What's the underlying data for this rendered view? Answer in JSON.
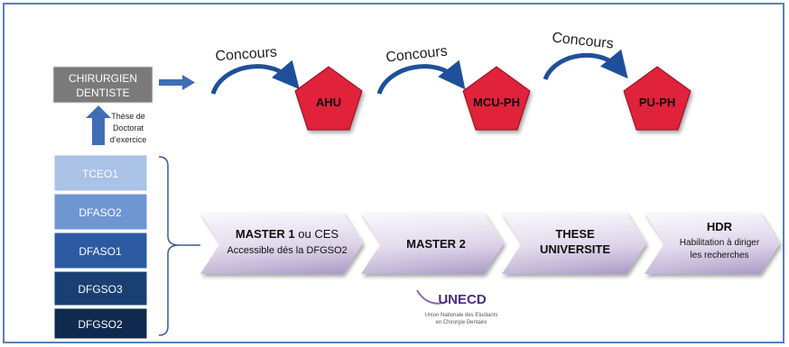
{
  "start": {
    "line1": "CHIRURGIEN",
    "line2": "DENTISTE"
  },
  "thesis_label": {
    "line1": "Thèse de",
    "line2": "Doctorat",
    "line3": "d’exercice"
  },
  "concours_label": "Concours",
  "positions": [
    "AHU",
    "MCU-PH",
    "PU-PH"
  ],
  "years": [
    "TCEO1",
    "DFASO2",
    "DFASO1",
    "DFGSO3",
    "DFGSO2"
  ],
  "chevrons": [
    {
      "line1_bold": "MASTER 1",
      "line1_rest": " ou CES",
      "line2": "Accessible dés la DFGSO2"
    },
    {
      "line1": "MASTER 2"
    },
    {
      "line1": "THESE",
      "line2": "UNIVERSITE"
    },
    {
      "line1": "HDR",
      "line2": "Habilitation à diriger",
      "line3": "les recherches"
    }
  ],
  "logo": {
    "name": "UNECD",
    "sub1": "Union Nationale des Etudiants",
    "sub2": "en Chirurgie Dentaire"
  },
  "colors": {
    "frame": "#5b7fb5",
    "start_box": "#7a7a7a",
    "arrow_blue": "#3f6eb5",
    "pentagon_fill": "#e0203a",
    "pentagon_stroke": "#8a1020",
    "years": [
      "#a9c2e6",
      "#6f96d1",
      "#2b5aa3",
      "#1a3f72",
      "#10294f"
    ],
    "chevron_light": "#f3eff8",
    "chevron_dark": "#a695c2"
  }
}
